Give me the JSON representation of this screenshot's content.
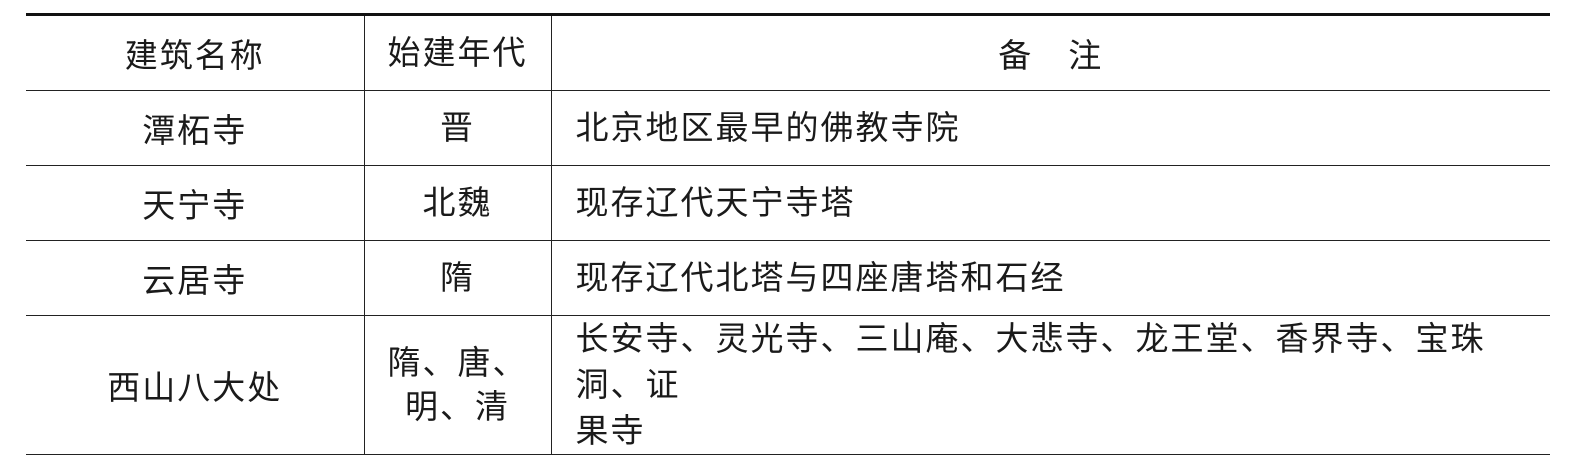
{
  "table": {
    "headers": [
      "建筑名称",
      "始建年代",
      "备　注"
    ],
    "rows": [
      {
        "name": "潭柘寺",
        "era": "晋",
        "note": "北京地区最早的佛教寺院"
      },
      {
        "name": "天宁寺",
        "era": "北魏",
        "note": "现存辽代天宁寺塔"
      },
      {
        "name": "云居寺",
        "era": "隋",
        "note": "现存辽代北塔与四座唐塔和石经"
      },
      {
        "name": "西山八大处",
        "era_lines": [
          "隋、唐、",
          "明、清"
        ],
        "note_lines": [
          "长安寺、灵光寺、三山庵、大悲寺、龙王堂、香界寺、宝珠洞、证",
          "果寺"
        ]
      }
    ]
  }
}
